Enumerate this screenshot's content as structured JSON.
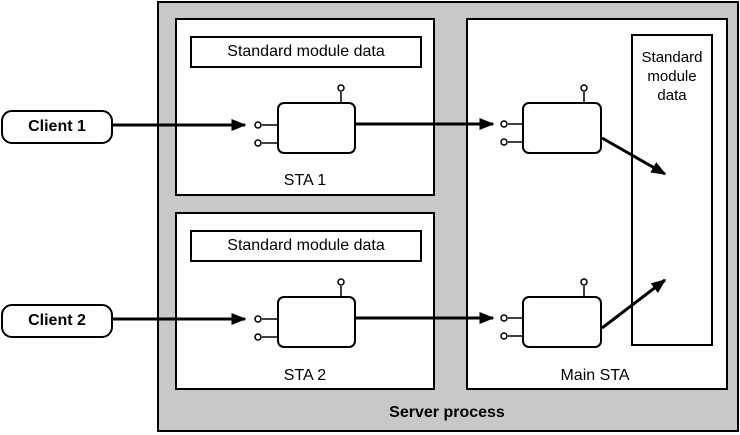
{
  "clients": [
    {
      "label": "Client 1"
    },
    {
      "label": "Client 2"
    }
  ],
  "sta_panels": [
    {
      "data_label": "Standard module data",
      "label": "STA 1"
    },
    {
      "data_label": "Standard module data",
      "label": "STA 2"
    }
  ],
  "main_sta": {
    "label": "Main STA",
    "data_lines": [
      "Standard",
      "module",
      "data"
    ]
  },
  "server": {
    "label": "Server process"
  }
}
